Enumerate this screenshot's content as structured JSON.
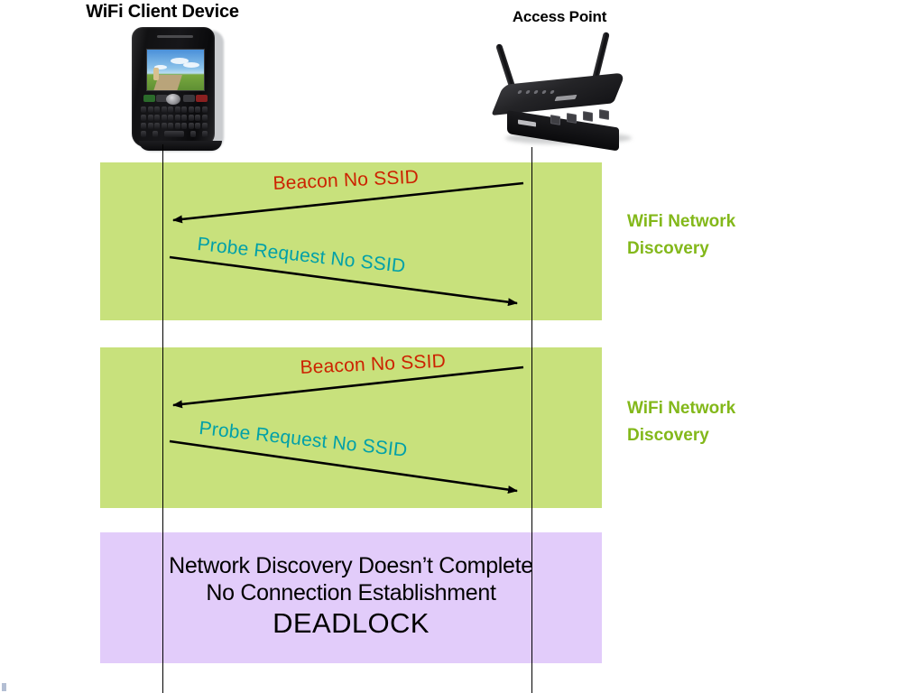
{
  "diagram": {
    "title_client": "WiFi Client Device",
    "title_ap": "Access Point",
    "actors": {
      "client": {
        "label": "WiFi Client Device",
        "icon": "smartphone-icon"
      },
      "access_point": {
        "label": "Access Point",
        "icon": "wireless-router-icon"
      }
    },
    "colors": {
      "band_discovery": "#c8e17c",
      "band_deadlock": "#e2ccfa",
      "beacon_text": "#cc2200",
      "probe_text": "#00a0a8",
      "phase_note": "#83b81a",
      "lifeline": "#000000",
      "arrow": "#000000",
      "background": "#ffffff"
    },
    "phases": [
      {
        "id": "discovery-1",
        "note": "WiFi Network\nDiscovery",
        "messages": [
          {
            "id": "beacon-1",
            "label": "Beacon No SSID",
            "from": "access_point",
            "to": "client",
            "direction": "right-to-left",
            "style": "beacon"
          },
          {
            "id": "probe-1",
            "label": "Probe Request No SSID",
            "from": "client",
            "to": "access_point",
            "direction": "left-to-right",
            "style": "probe"
          }
        ]
      },
      {
        "id": "discovery-2",
        "note": "WiFi Network\nDiscovery",
        "messages": [
          {
            "id": "beacon-2",
            "label": "Beacon No SSID",
            "from": "access_point",
            "to": "client",
            "direction": "right-to-left",
            "style": "beacon"
          },
          {
            "id": "probe-2",
            "label": "Probe Request No SSID",
            "from": "client",
            "to": "access_point",
            "direction": "left-to-right",
            "style": "probe"
          }
        ]
      },
      {
        "id": "deadlock",
        "lines": [
          "Network Discovery Doesn’t Complete",
          "No Connection Establishment",
          "DEADLOCK"
        ]
      }
    ]
  }
}
